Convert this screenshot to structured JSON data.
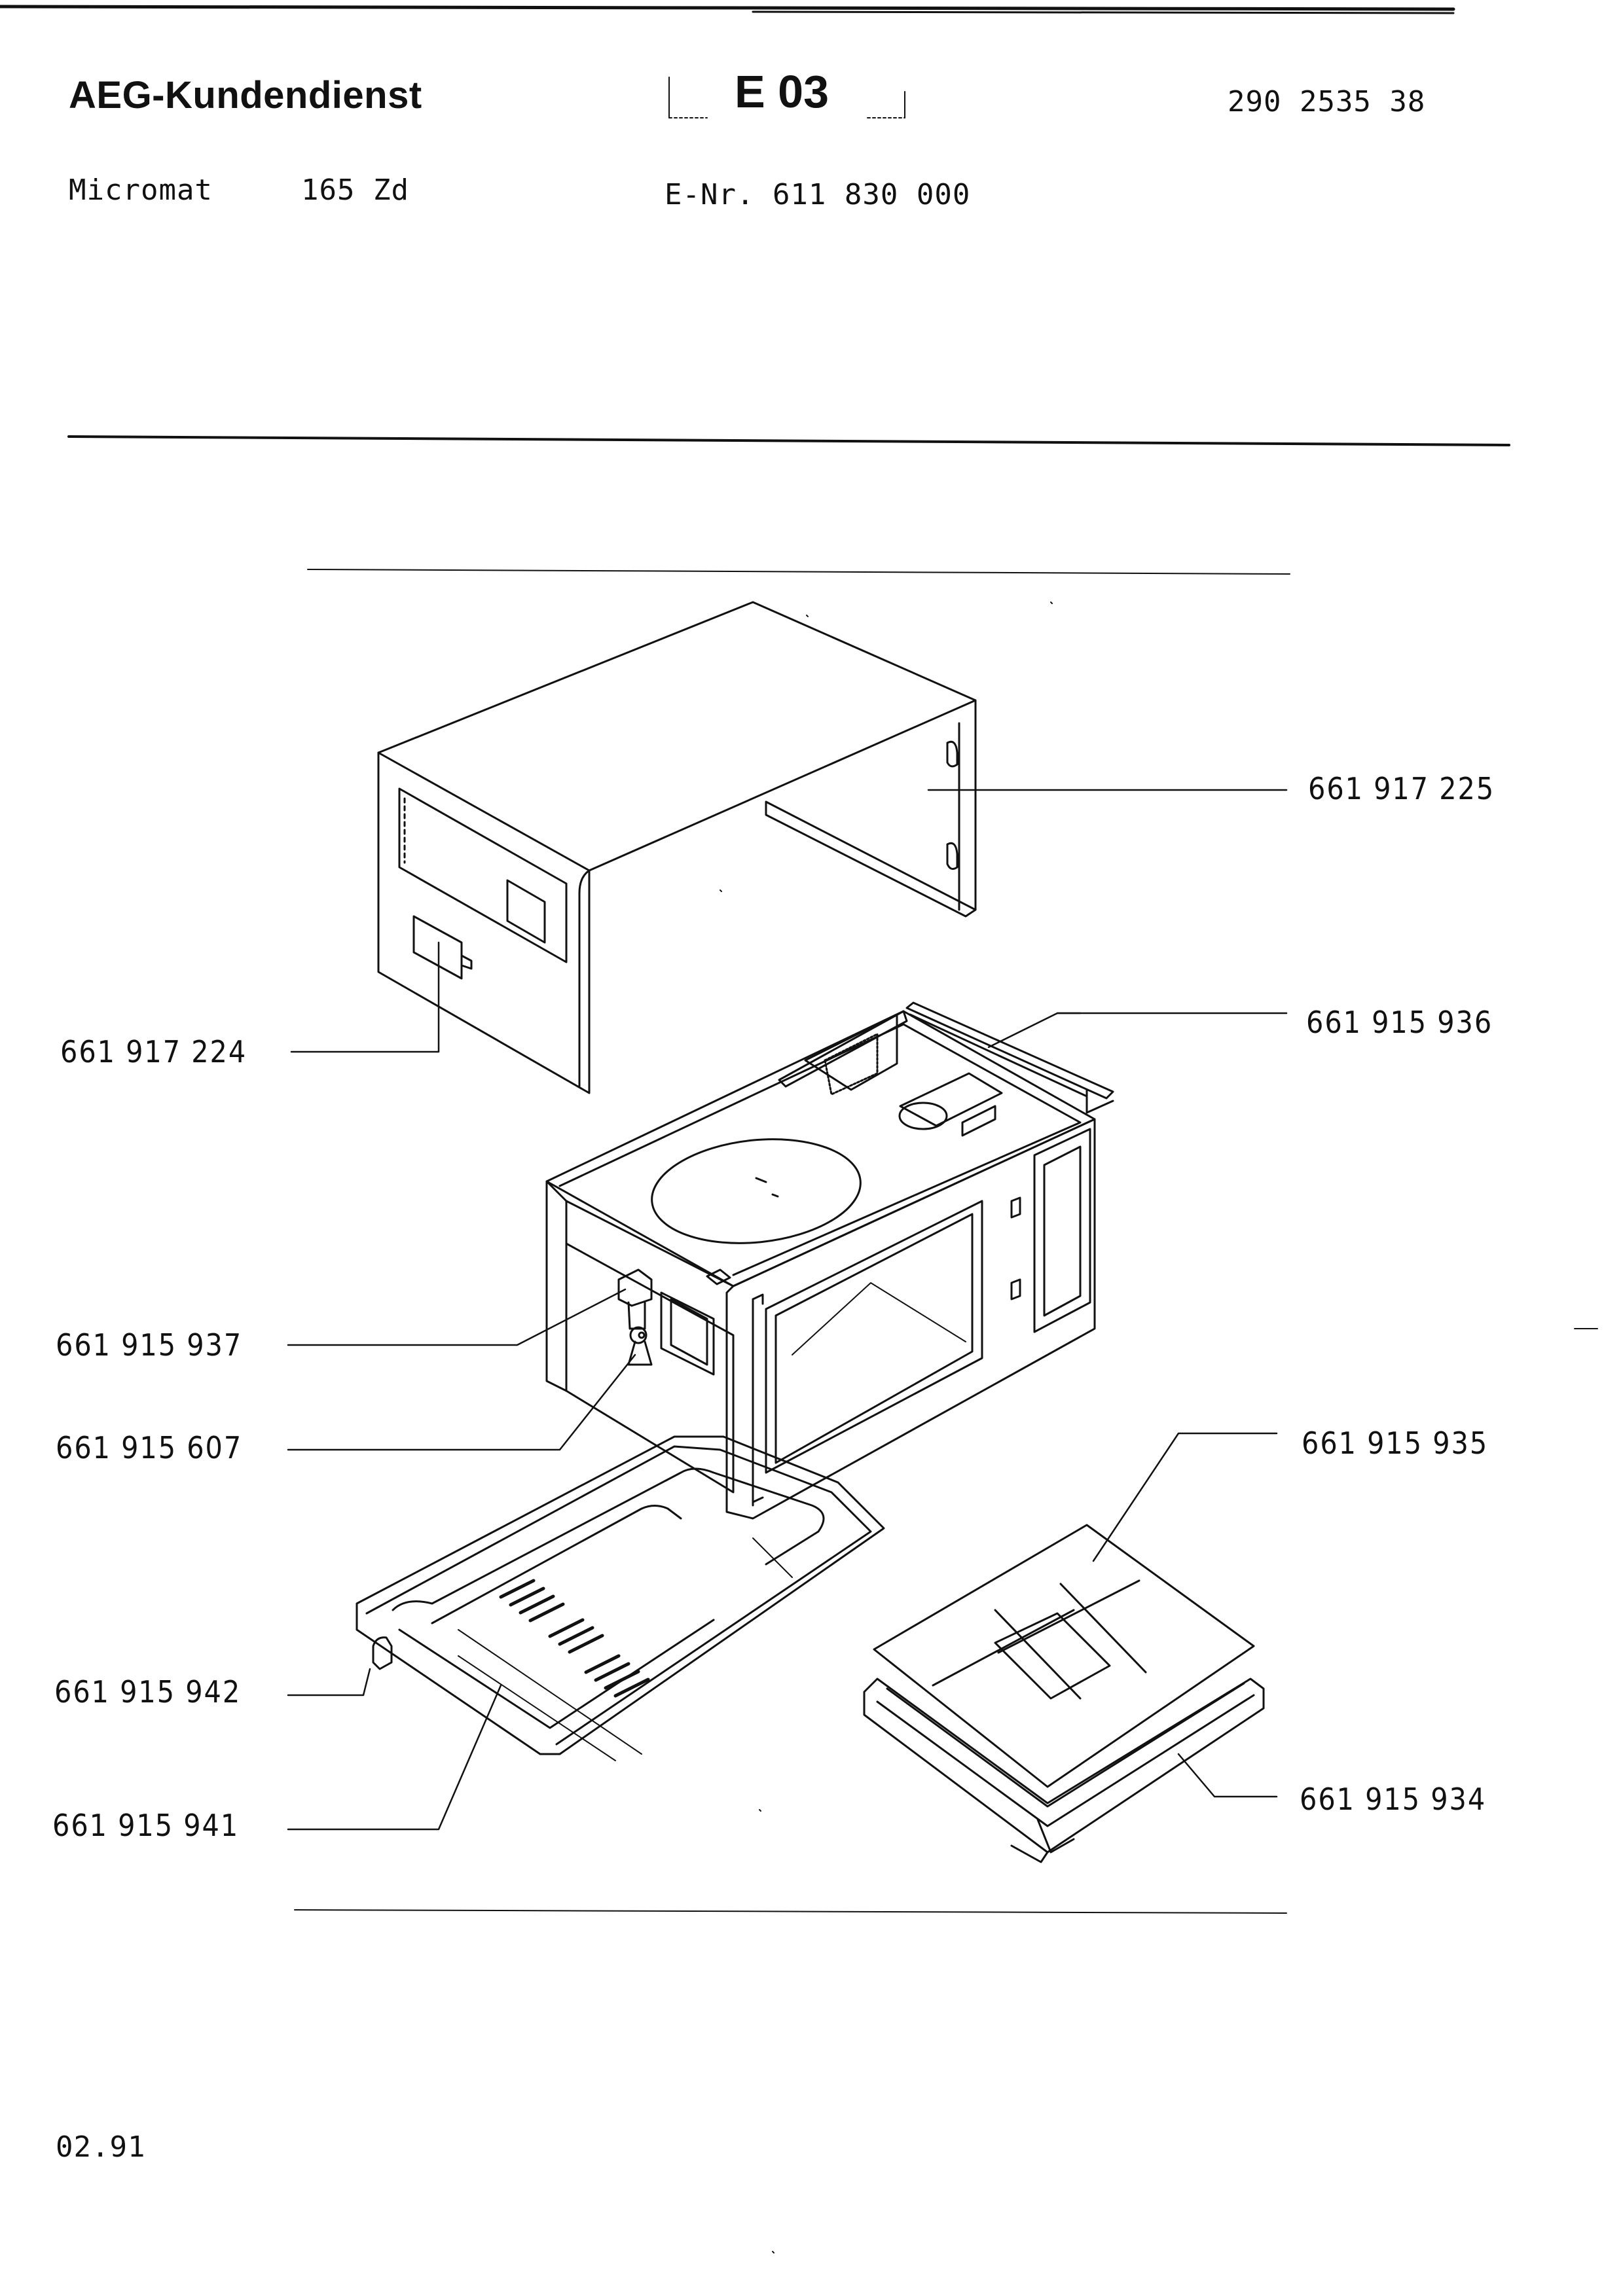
{
  "header": {
    "brand": "AEG-Kundendienst",
    "section_code": "E 03",
    "doc_number": "290 2535 38",
    "model_name": "Micromat",
    "model_variant": "165 Zd",
    "enr": "E-Nr. 611 830 000"
  },
  "parts": {
    "outer_casing": "661 917 225",
    "cover_plate": "661 917 224",
    "top_rail": "661 915 936",
    "door_switch": "661 915 937",
    "lamp": "661 915 607",
    "glass_tray": "661 915 935",
    "foot": "661 915 942",
    "base_plate": "661 915 941",
    "tray_support": "661 915 934"
  },
  "footer": {
    "date": "02.91"
  }
}
